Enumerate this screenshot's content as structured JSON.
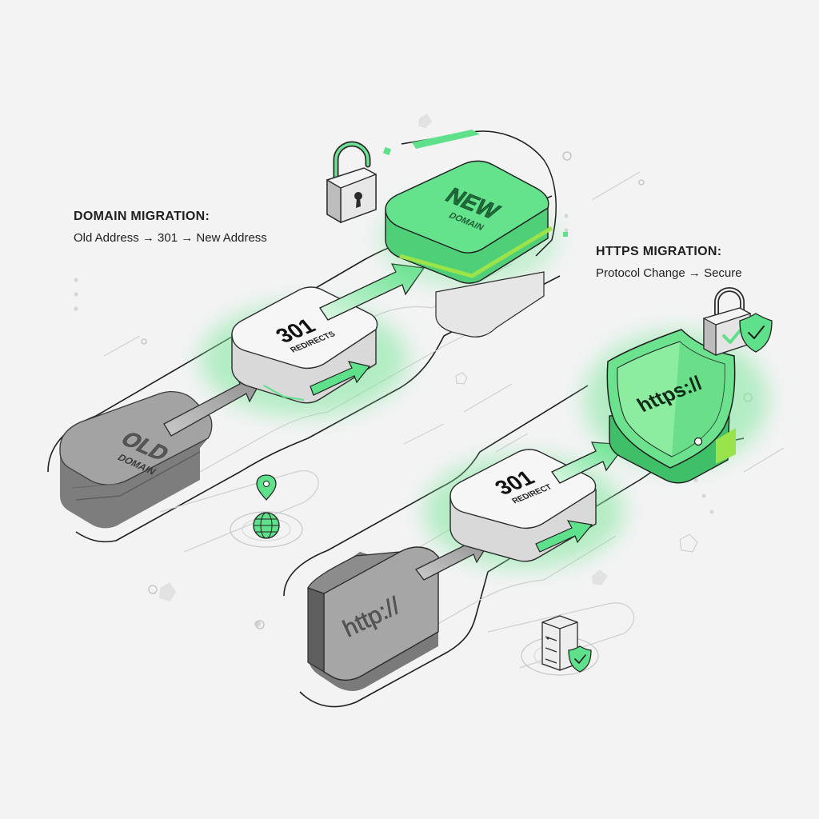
{
  "captions": {
    "domain_migration": {
      "title": "DOMAIN MIGRATION:",
      "subtitle": "Old Address → 301 → New Address"
    },
    "https_migration": {
      "title": "HTTPS MIGRATION:",
      "subtitle": "Protocol Change → Secure"
    }
  },
  "domain_flow": {
    "old_block": {
      "title": "OLD",
      "subtitle": "DOMAIN"
    },
    "redirect_block": {
      "code": "301",
      "label": "REDIRECTS"
    },
    "new_block": {
      "title": "NEW",
      "subtitle": "DOMAIN"
    }
  },
  "https_flow": {
    "http_block": {
      "label": "http://"
    },
    "redirect_block": {
      "code": "301",
      "label": "REDIRECT"
    },
    "shield_block": {
      "label": "https://"
    }
  },
  "icons": [
    "unlock-padlock-icon",
    "map-pin-icon",
    "globe-icon",
    "locked-padlock-icon",
    "check-shield-icon",
    "server-icon",
    "server-shield-icon"
  ],
  "colors": {
    "accent_green": "#5fe08a",
    "light_green": "#a8f0b8",
    "dark_green": "#1e7a3c",
    "lime": "#9be34a",
    "gray_block": "#9a9a9a",
    "light_block": "#f2f2f2",
    "background": "#f3f3f4"
  }
}
